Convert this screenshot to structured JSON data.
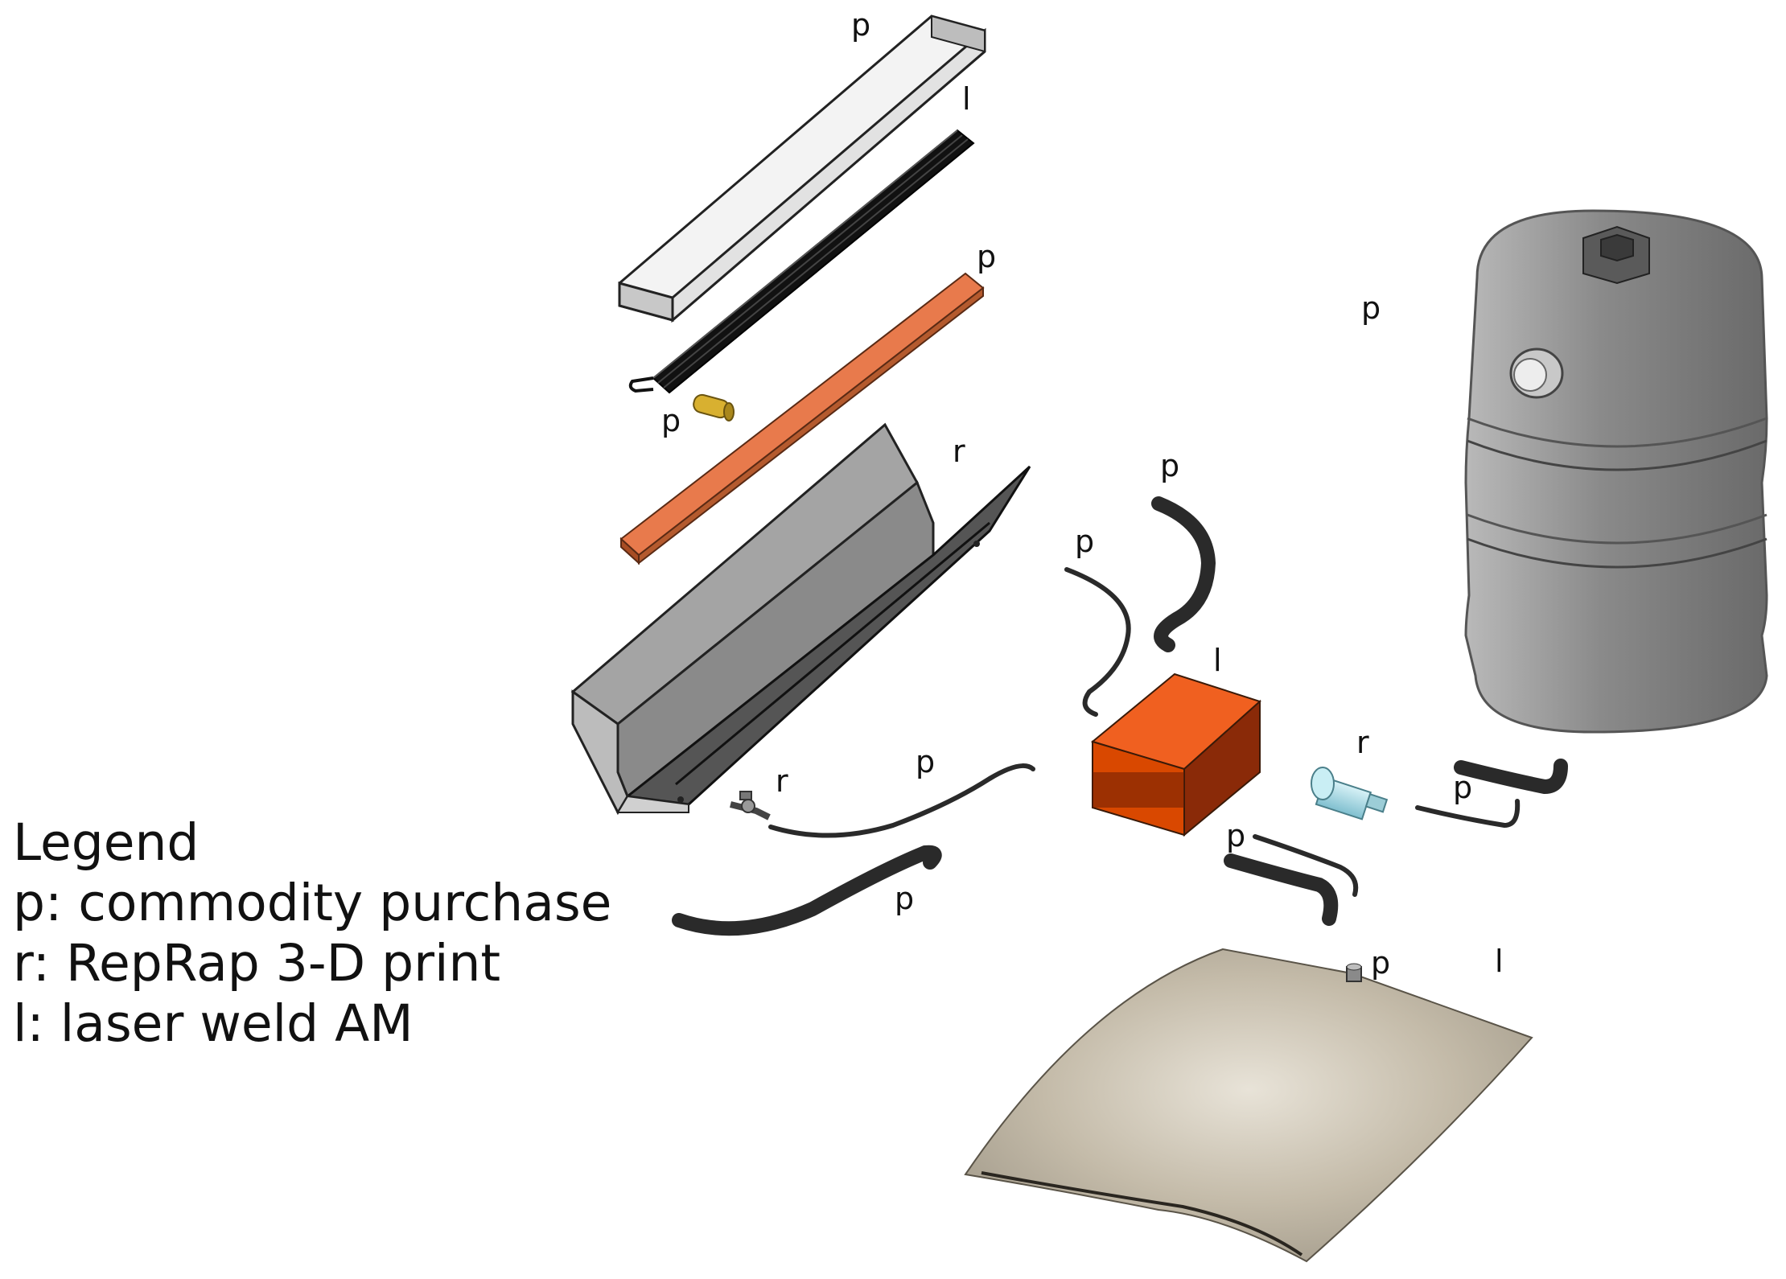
{
  "legend": {
    "title": "Legend",
    "items": [
      {
        "code": "p",
        "text": "p: commodity purchase"
      },
      {
        "code": "r",
        "text": "r: RepRap 3-D print"
      },
      {
        "code": "l",
        "text": "l: laser weld AM"
      }
    ]
  },
  "part_labels": {
    "glass_cover": "p",
    "absorber_fins": "l",
    "insulation_board": "p",
    "brass_fitting": "p",
    "trough_housing": "r",
    "hose_upper_right": "p",
    "thin_tube_mid": "p",
    "pump_box": "l",
    "storage_tank": "p",
    "valve": "r",
    "long_tube": "p",
    "hose_lower_left": "p",
    "filter": "r",
    "tube_right": "p",
    "hose_pair": "p",
    "bag_fitting": "p",
    "water_bag": "l"
  },
  "colors": {
    "insulation": "#e87a4c",
    "pump_box": "#d94800",
    "tank": "#8c8c8c",
    "trough": "#8a8a8a",
    "bag": "#c9c1b1",
    "filter": "#a7dbe6",
    "brass": "#d8b030",
    "hose": "#2a2a2a"
  }
}
